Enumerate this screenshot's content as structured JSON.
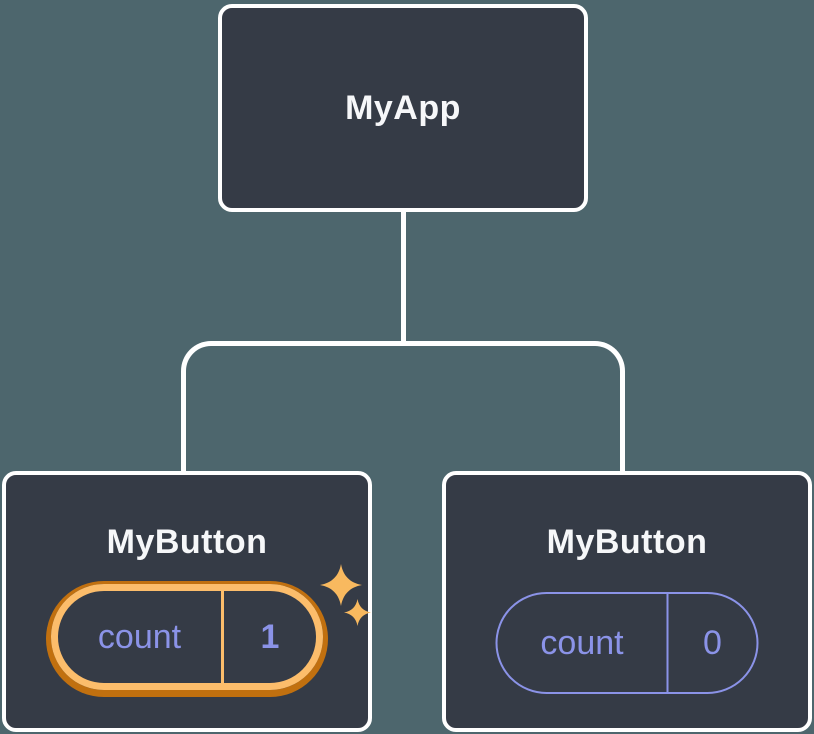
{
  "colors": {
    "bg": "#4d666d",
    "node_fill": "#353b46",
    "node_border": "#ffffff",
    "node_text": "#f6f7f9",
    "purple": "#8b93e8",
    "orange_ring_inner": "#fcbd6b",
    "orange_ring_outer": "#c1700f",
    "sparkle": "#f8b95f",
    "connector": "#ffffff"
  },
  "tree": {
    "root": {
      "label": "MyApp"
    },
    "children": [
      {
        "label": "MyButton",
        "state": {
          "key": "count",
          "value": "1"
        },
        "highlighted": true,
        "icon": "sparkle-icon"
      },
      {
        "label": "MyButton",
        "state": {
          "key": "count",
          "value": "0"
        },
        "highlighted": false
      }
    ]
  }
}
